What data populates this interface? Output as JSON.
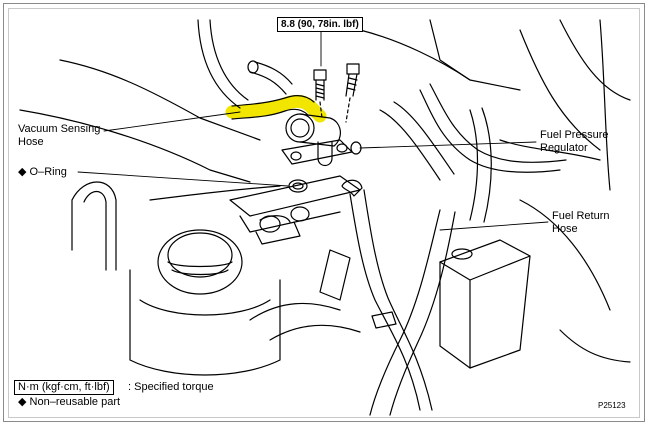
{
  "labels": {
    "torque_spec": "8.8 (90, 78in. lbf)",
    "vacuum_hose": [
      "Vacuum Sensing",
      "Hose"
    ],
    "o_ring": "◆ O–Ring",
    "fuel_pressure_regulator": [
      "Fuel Pressure",
      "Regulator"
    ],
    "fuel_return_hose": [
      "Fuel Return",
      "Hose"
    ]
  },
  "legend": {
    "torque_unit": "N·m (kgf·cm, ft·lbf)",
    "torque_desc": ": Specified torque",
    "nonreusable_symbol": "◆",
    "nonreusable_desc": "Non–reusable part"
  },
  "figure_code": "P25123",
  "colors": {
    "highlight": "#f2e600",
    "line": "#000000"
  }
}
